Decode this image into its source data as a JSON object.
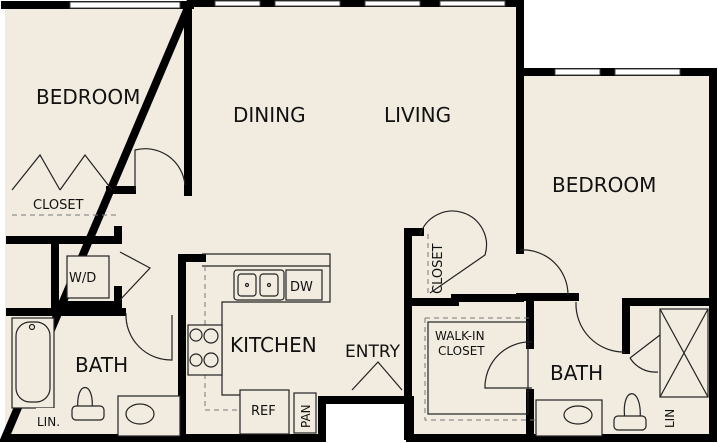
{
  "floorplan": {
    "colors": {
      "floor": "#f2ece0",
      "wall": "#000000",
      "background": "#ffffff"
    },
    "rooms": {
      "bedroom_left": "BEDROOM",
      "dining": "DINING",
      "living": "LIVING",
      "bedroom_right": "BEDROOM",
      "closet_left": "CLOSET",
      "closet_right": "CLOSET",
      "laundry": "W/D",
      "bath_left": "BATH",
      "kitchen": "KITCHEN",
      "entry": "ENTRY",
      "walkin_line1": "WALK-IN",
      "walkin_line2": "CLOSET",
      "bath_right": "BATH",
      "dishwasher": "DW",
      "refrigerator": "REF",
      "pantry": "PAN",
      "linen_left": "LIN.",
      "linen_right": "LIN"
    }
  }
}
